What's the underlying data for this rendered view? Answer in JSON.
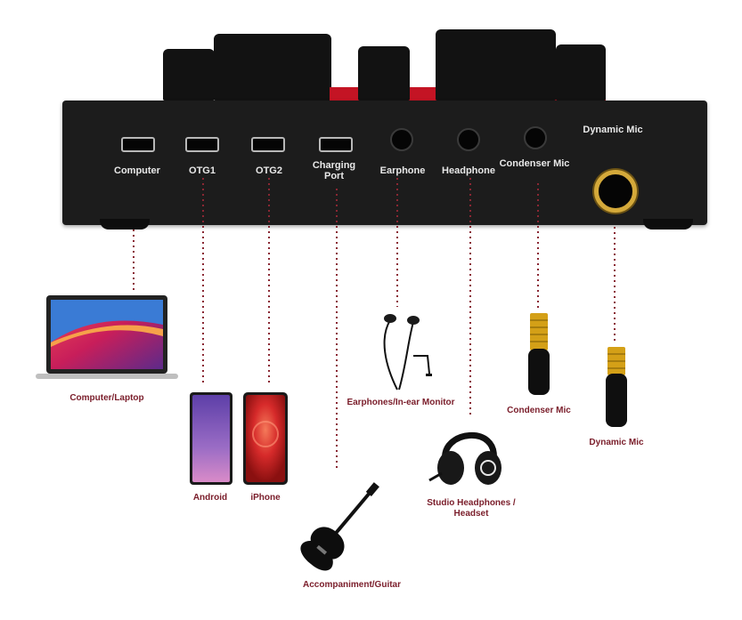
{
  "ports": [
    {
      "id": "computer",
      "label": "Computer"
    },
    {
      "id": "otg1",
      "label": "OTG1"
    },
    {
      "id": "otg2",
      "label": "OTG2"
    },
    {
      "id": "charging",
      "label": "Charging Port"
    },
    {
      "id": "earphone",
      "label": "Earphone"
    },
    {
      "id": "headphone",
      "label": "Headphone"
    },
    {
      "id": "condenser",
      "label": "Condenser Mic"
    },
    {
      "id": "dynamic",
      "label": "Dynamic Mic"
    }
  ],
  "devices": {
    "laptop": "Computer/Laptop",
    "android": "Android",
    "iphone": "iPhone",
    "guitar": "Accompaniment/Guitar",
    "earphones": "Earphones/In-ear Monitor",
    "headphones": "Studio Headphones / Headset",
    "condenser_mic": "Condenser Mic",
    "dynamic_mic": "Dynamic Mic"
  },
  "colors": {
    "line": "#8a2733",
    "panel": "#1c1c1c",
    "accent": "#d81e2c",
    "gold": "#d4a017"
  }
}
